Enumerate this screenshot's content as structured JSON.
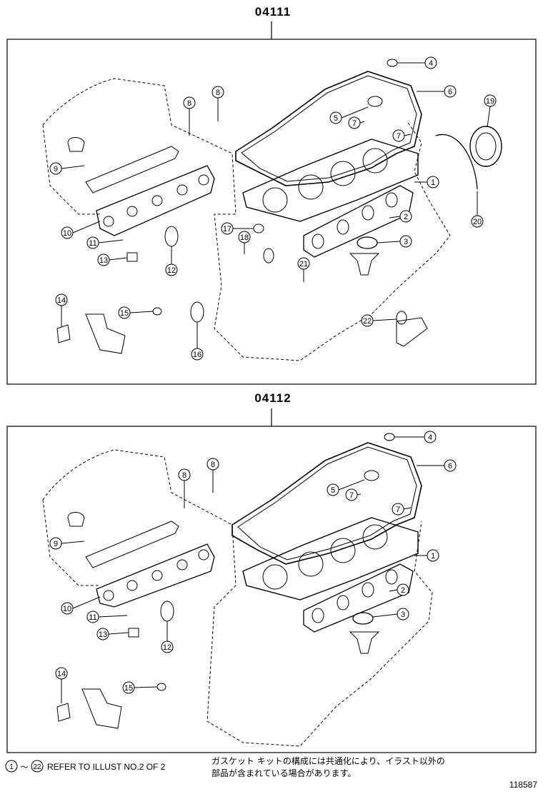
{
  "kits": [
    {
      "part_number": "04111",
      "callouts": [
        "1",
        "2",
        "3",
        "4",
        "5",
        "6",
        "7",
        "7",
        "8",
        "8",
        "9",
        "10",
        "11",
        "12",
        "13",
        "14",
        "15",
        "16",
        "17",
        "18",
        "19",
        "20",
        "21",
        "22"
      ]
    },
    {
      "part_number": "04112",
      "callouts": [
        "1",
        "2",
        "3",
        "4",
        "5",
        "6",
        "7",
        "7",
        "8",
        "8",
        "9",
        "10",
        "11",
        "12",
        "13",
        "14",
        "15"
      ]
    }
  ],
  "footer": {
    "range_start": "1",
    "range_tilde": "～",
    "range_end": "22",
    "refer_text": "REFER TO ILLUST NO.2 OF 2",
    "jp_line1": "ガスケット キットの構成には共通化により、イラスト以外の",
    "jp_line2": "部品が含まれている場合があります。",
    "catalog_number": "118587"
  }
}
